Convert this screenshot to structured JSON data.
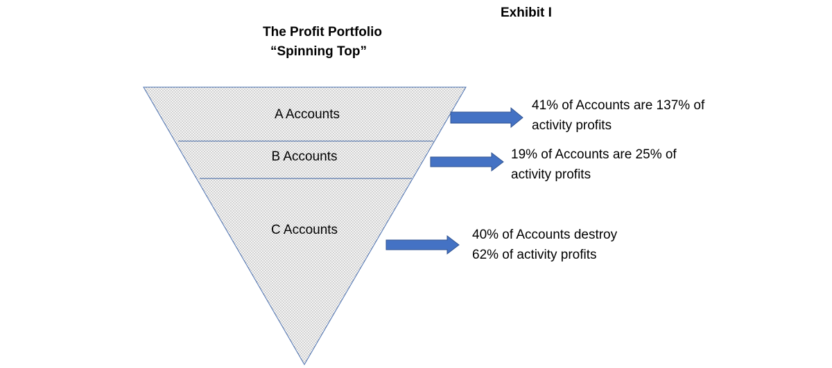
{
  "header": {
    "exhibit": "Exhibit I",
    "title": "The Profit Portfolio",
    "subtitle": "“Spinning Top”"
  },
  "tiers": [
    {
      "label": "A Accounts",
      "callout_line1": "41% of Accounts are 137% of",
      "callout_line2": "activity profits"
    },
    {
      "label": "B Accounts",
      "callout_line1": "19% of Accounts are 25% of",
      "callout_line2": "activity profits"
    },
    {
      "label": "C Accounts",
      "callout_line1": "40% of Accounts destroy",
      "callout_line2": "62% of activity profits"
    }
  ],
  "colors": {
    "triangle_stroke": "#4a70b0",
    "triangle_fill": "#f2f2f2",
    "dot": "#555555",
    "arrow": "#4472c4",
    "arrow_outline": "#2f528f"
  }
}
